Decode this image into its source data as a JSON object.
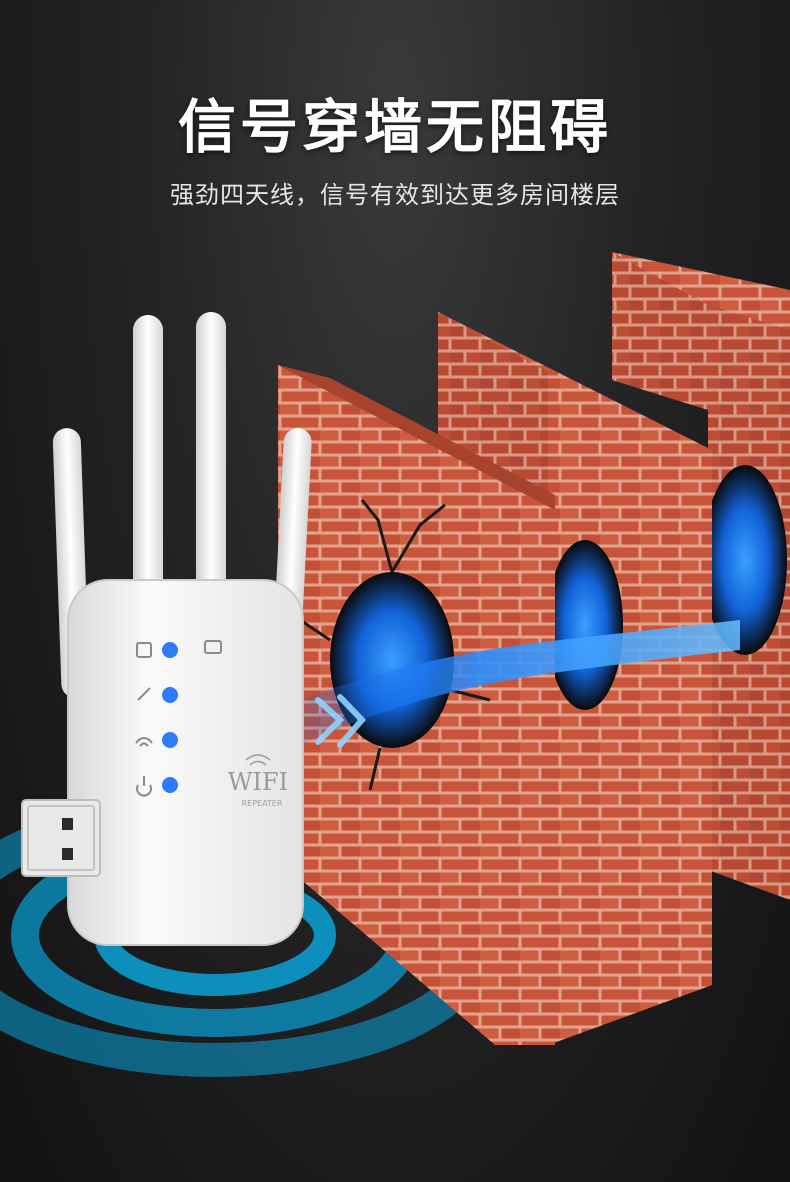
{
  "headline": "信号穿墙无阻碍",
  "subheadline": "强劲四天线，信号有效到达更多房间楼层",
  "device": {
    "brand_text": "WIFI",
    "model_text": "REPEATER"
  },
  "colors": {
    "brick": "#c8553a",
    "mortar": "#e3a58f",
    "signal": "#1e88ff",
    "ring": "#0aa3d8",
    "device": "#f4f4f4",
    "led": "#2f7bff"
  },
  "icons": [
    "usb-icon",
    "wifi-icon",
    "signal-icon",
    "power-icon",
    "lan-icon"
  ]
}
